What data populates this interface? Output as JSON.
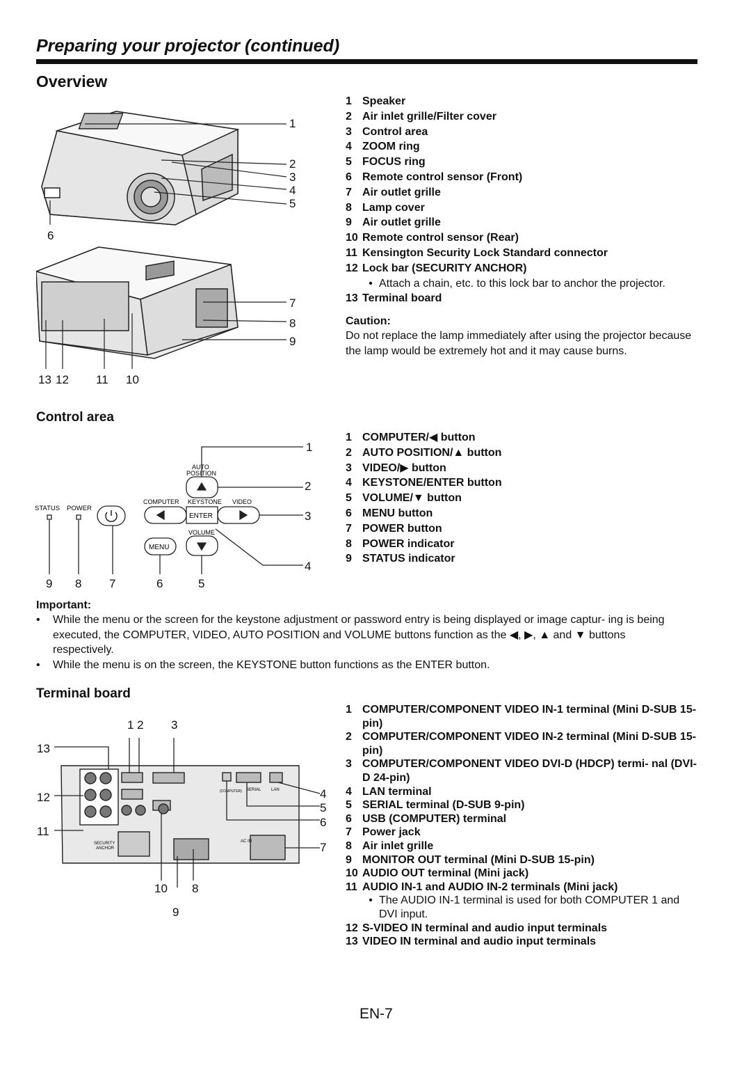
{
  "header": {
    "title": "Preparing your projector (continued)"
  },
  "overview": {
    "heading": "Overview",
    "items": [
      {
        "n": "1",
        "label": "Speaker"
      },
      {
        "n": "2",
        "label": "Air inlet grille/Filter cover"
      },
      {
        "n": "3",
        "label": "Control area"
      },
      {
        "n": "4",
        "label": "ZOOM ring"
      },
      {
        "n": "5",
        "label": "FOCUS ring"
      },
      {
        "n": "6",
        "label": "Remote control sensor (Front)"
      },
      {
        "n": "7",
        "label": "Air outlet grille"
      },
      {
        "n": "8",
        "label": "Lamp cover"
      },
      {
        "n": "9",
        "label": "Air outlet grille"
      },
      {
        "n": "10",
        "label": "Remote control sensor (Rear)"
      },
      {
        "n": "11",
        "label": "Kensington Security Lock Standard connector"
      },
      {
        "n": "12",
        "label": "Lock bar (SECURITY ANCHOR)"
      }
    ],
    "item12_note": "Attach a chain, etc. to this lock bar to anchor the projector.",
    "item13": {
      "n": "13",
      "label": "Terminal board"
    },
    "caution_title": "Caution:",
    "caution_text": "Do not replace the lamp immediately after using the projector because the lamp would be extremely hot and it may cause burns.",
    "callouts": {
      "front": [
        "1",
        "2",
        "3",
        "4",
        "5",
        "6"
      ],
      "rear": [
        "7",
        "8",
        "9",
        "13",
        "12",
        "11",
        "10"
      ]
    }
  },
  "control_area": {
    "heading": "Control area",
    "items": [
      {
        "n": "1",
        "label": "COMPUTER/◀ button"
      },
      {
        "n": "2",
        "label": "AUTO POSITION/▲ button"
      },
      {
        "n": "3",
        "label": "VIDEO/▶ button"
      },
      {
        "n": "4",
        "label": "KEYSTONE/ENTER button"
      },
      {
        "n": "5",
        "label": "VOLUME/▼ button"
      },
      {
        "n": "6",
        "label": "MENU button"
      },
      {
        "n": "7",
        "label": "POWER button"
      },
      {
        "n": "8",
        "label": "POWER indicator"
      },
      {
        "n": "9",
        "label": "STATUS indicator"
      }
    ],
    "panel_labels": {
      "status": "STATUS",
      "power": "POWER",
      "auto": "AUTO",
      "position": "POSITION",
      "computer": "COMPUTER",
      "keystone": "KEYSTONE",
      "video": "VIDEO",
      "enter": "ENTER",
      "volume": "VOLUME",
      "menu": "MENU"
    },
    "callouts": [
      "1",
      "2",
      "3",
      "4",
      "9",
      "8",
      "7",
      "6",
      "5"
    ]
  },
  "important": {
    "title": "Important:",
    "bullets": [
      "While the menu or the screen for the keystone adjustment or password entry is being displayed or image captur- ing is being executed, the COMPUTER, VIDEO, AUTO POSITION and VOLUME buttons function as the ◀, ▶, ▲ and ▼ buttons respectively.",
      "While the menu is on the screen, the KEYSTONE button functions as the ENTER button."
    ]
  },
  "terminal_board": {
    "heading": "Terminal board",
    "items": [
      {
        "n": "1",
        "label": "COMPUTER/COMPONENT VIDEO IN-1 terminal (Mini D-SUB 15-pin)"
      },
      {
        "n": "2",
        "label": "COMPUTER/COMPONENT VIDEO IN-2 terminal (Mini D-SUB 15-pin)"
      },
      {
        "n": "3",
        "label": "COMPUTER/COMPONENT VIDEO DVI-D (HDCP) termi- nal (DVI-D 24-pin)"
      },
      {
        "n": "4",
        "label": "LAN terminal"
      },
      {
        "n": "5",
        "label": "SERIAL terminal (D-SUB 9-pin)"
      },
      {
        "n": "6",
        "label": "USB (COMPUTER) terminal"
      },
      {
        "n": "7",
        "label": "Power jack"
      },
      {
        "n": "8",
        "label": "Air inlet grille"
      },
      {
        "n": "9",
        "label": "MONITOR OUT terminal (Mini D-SUB 15-pin)"
      },
      {
        "n": "10",
        "label": "AUDIO OUT terminal (Mini jack)"
      },
      {
        "n": "11",
        "label": "AUDIO IN-1 and AUDIO IN-2 terminals (Mini jack)"
      }
    ],
    "item11_note": "The AUDIO IN-1 terminal is used for both COMPUTER 1 and DVI input.",
    "items_tail": [
      {
        "n": "12",
        "label": "S-VIDEO IN terminal and audio input terminals"
      },
      {
        "n": "13",
        "label": "VIDEO IN terminal and audio input terminals"
      }
    ],
    "panel_labels": {
      "security": "SECURITY",
      "anchor": "ANCHOR",
      "serial": "SERIAL",
      "lan": "LAN",
      "usb": "(COMPUTER)",
      "acin": "AC IN"
    },
    "callouts": [
      "1 2",
      "3",
      "13",
      "12",
      "11",
      "4",
      "5",
      "6",
      "7",
      "10",
      "8",
      "9"
    ]
  },
  "footer": {
    "page": "EN-7"
  }
}
